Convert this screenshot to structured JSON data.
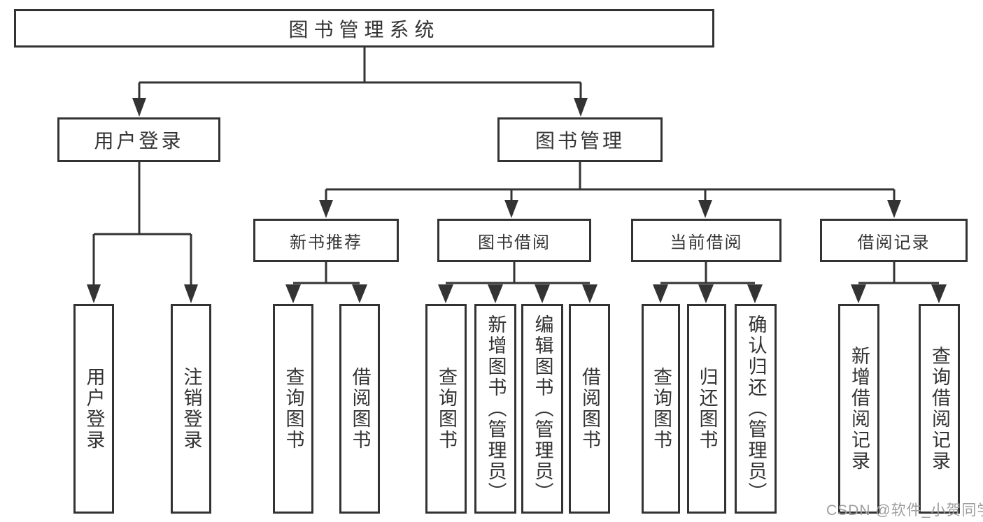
{
  "diagram": {
    "title": "图书管理系统",
    "tree": {
      "label": "图书管理系统",
      "children": [
        {
          "label": "用户登录",
          "children": [
            {
              "label": "用户登录"
            },
            {
              "label": "注销登录"
            }
          ]
        },
        {
          "label": "图书管理",
          "children": [
            {
              "label": "新书推荐",
              "children": [
                {
                  "label": "查询图书"
                },
                {
                  "label": "借阅图书"
                }
              ]
            },
            {
              "label": "图书借阅",
              "children": [
                {
                  "label": "查询图书"
                },
                {
                  "label": "新增图书（管理员）"
                },
                {
                  "label": "编辑图书（管理员）"
                },
                {
                  "label": "借阅图书"
                }
              ]
            },
            {
              "label": "当前借阅",
              "children": [
                {
                  "label": "查询图书"
                },
                {
                  "label": "归还图书"
                },
                {
                  "label": "确认归还（管理员）"
                }
              ]
            },
            {
              "label": "借阅记录",
              "children": [
                {
                  "label": "新增借阅记录"
                },
                {
                  "label": "查询借阅记录"
                }
              ]
            }
          ]
        }
      ]
    }
  },
  "watermark": {
    "text": "CSDN @软件_小贺同学"
  },
  "colors": {
    "line": "#333333",
    "box_border": "#333333",
    "text": "#333333",
    "watermark": "#9e9e9e",
    "background": "#ffffff"
  }
}
